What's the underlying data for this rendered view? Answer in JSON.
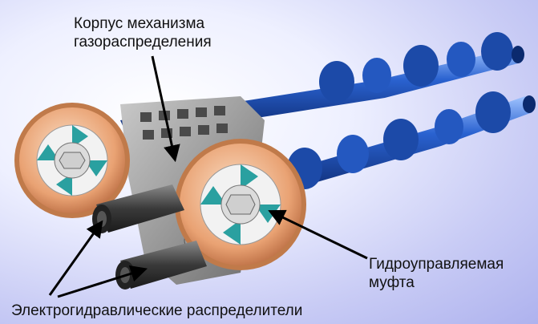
{
  "labels": {
    "housing_line1": "Корпус механизма",
    "housing_line2": "газораспределения",
    "coupling_line1": "Гидроуправляемая",
    "coupling_line2": "муфта",
    "valves": "Электрогидравлические распределители"
  },
  "colors": {
    "background": "#c9ccf5",
    "camshaft": "#1f4fb0",
    "sprocket": "#e8a070",
    "rotor": "#2aa0a0",
    "solenoid": "#3a3a3a",
    "housing": "#8a8a8a"
  }
}
